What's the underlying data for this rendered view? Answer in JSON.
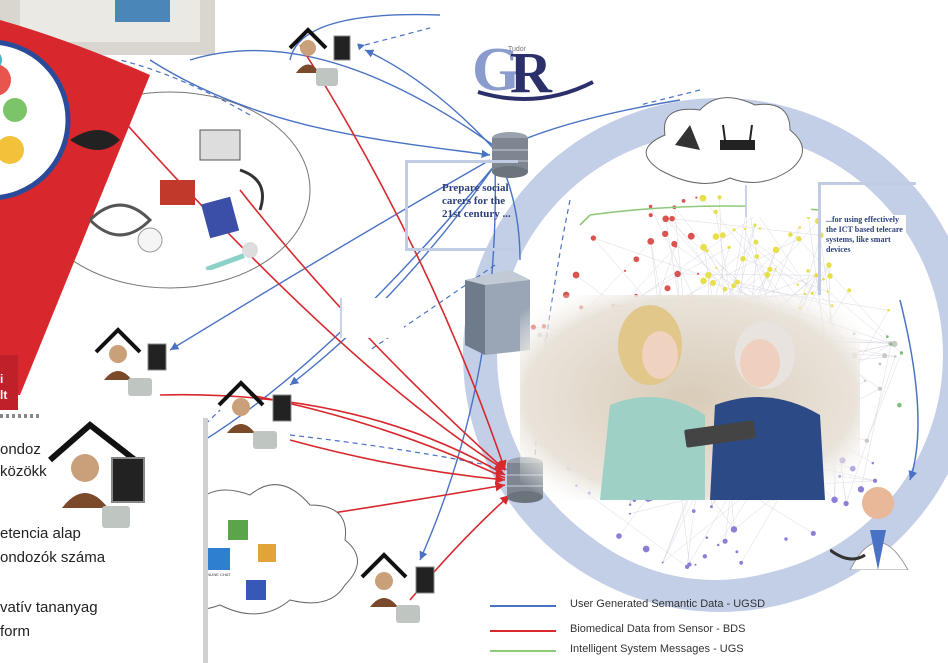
{
  "logo": {
    "text": "GR",
    "small_text": "Tudor"
  },
  "callout_prepare": "Prepare social carers for the 21st century ...",
  "callout_ict": "...for using effectively the ICT based telecare systems, like smart devices",
  "left_panel": {
    "line1a": "ondoz",
    "line1b": "közökk",
    "line2a": "etencia alap",
    "line2b": "ondozók száma",
    "line3a": "vatív tananyag",
    "line3b": "form",
    "red_text_a": "i",
    "red_text_b": "lt"
  },
  "legend": [
    {
      "label": "User Generated Semantic Data - UGSD",
      "color": "#4a72c4"
    },
    {
      "label": "Biomedical Data from Sensor - BDS",
      "color": "#d8282e"
    },
    {
      "label": "Intelligent System Messages - UGS",
      "color": "#8fc97a"
    }
  ],
  "cloud_apps": {
    "chat_label": "ONLINE CHAT"
  },
  "colors": {
    "blue": "#4a72c4",
    "red": "#d8282e",
    "green": "#8fc97a",
    "ring": "#b9c6e3"
  }
}
